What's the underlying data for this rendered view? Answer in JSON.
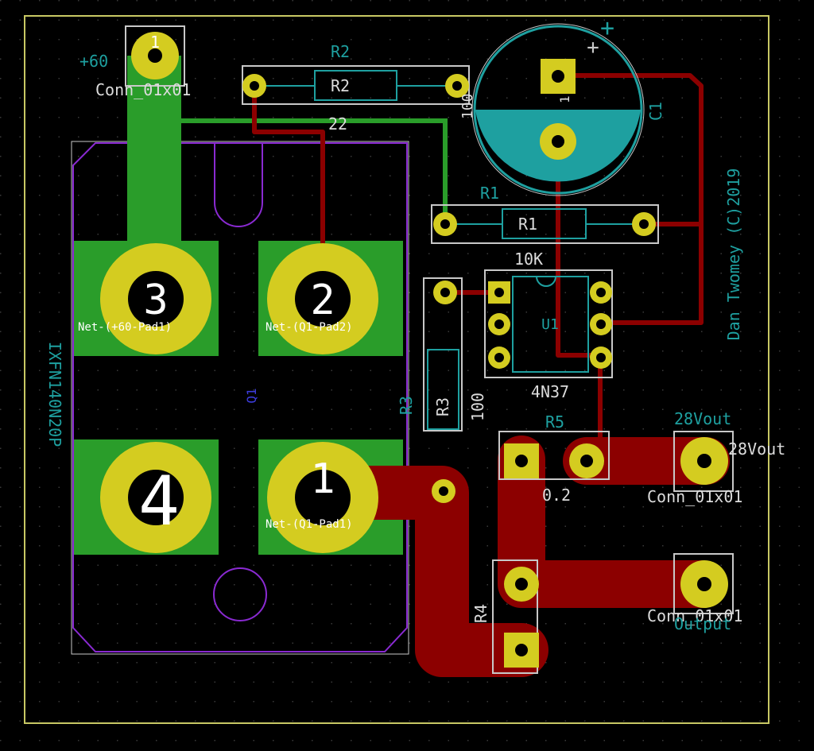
{
  "colors": {
    "background": "#000000",
    "grid": "#3c3c3c",
    "edge_cuts": "#c8c864",
    "front_copper": "#2a9d2a",
    "back_copper": "#8c0000",
    "pad": "#d4cc20",
    "silkscreen": "#1ea0a0",
    "silk_white": "#dcdcdc",
    "courtyard": "#8a2ad2",
    "fab_outline": "#c8c8c8"
  },
  "labels": {
    "r2_ref": "R2",
    "r2_val_body": "R2",
    "r2_value": "22",
    "r2_side": "100",
    "r1_ref": "R1",
    "r1_val_body": "R1",
    "r1_value": "10K",
    "c1_ref": "C1",
    "c1_plus": "+",
    "c1_pin1": "1",
    "u1_value": "4N37",
    "u1_ref": "U1",
    "r3_ref": "R3",
    "r3_body": "R3",
    "r3_value": "100",
    "r5_ref": "R5",
    "r5_value": "0.2",
    "r4_ref": "R4",
    "q1_ref": "Q1",
    "q1_value": "IXFN140N20P",
    "conn_p60_ref": "+60",
    "conn_p60_val": "Conn_01x01",
    "conn_28_ref": "28Vout",
    "conn_28_net": "28Vout",
    "conn_28_val": "Conn_01x01",
    "conn_out_val": "Conn_01x01",
    "conn_out_ref": "Output",
    "author": "Dan Twomey (C)2019",
    "pad_num_1": "1",
    "pad_num_2": "2",
    "pad_num_3": "3",
    "pad_num_4": "4",
    "net_pad3": "Net-(+60-Pad1)",
    "net_pad2": "Net-(Q1-Pad2)",
    "net_pad1": "Net-(Q1-Pad1)",
    "pad_label_1": "1"
  }
}
